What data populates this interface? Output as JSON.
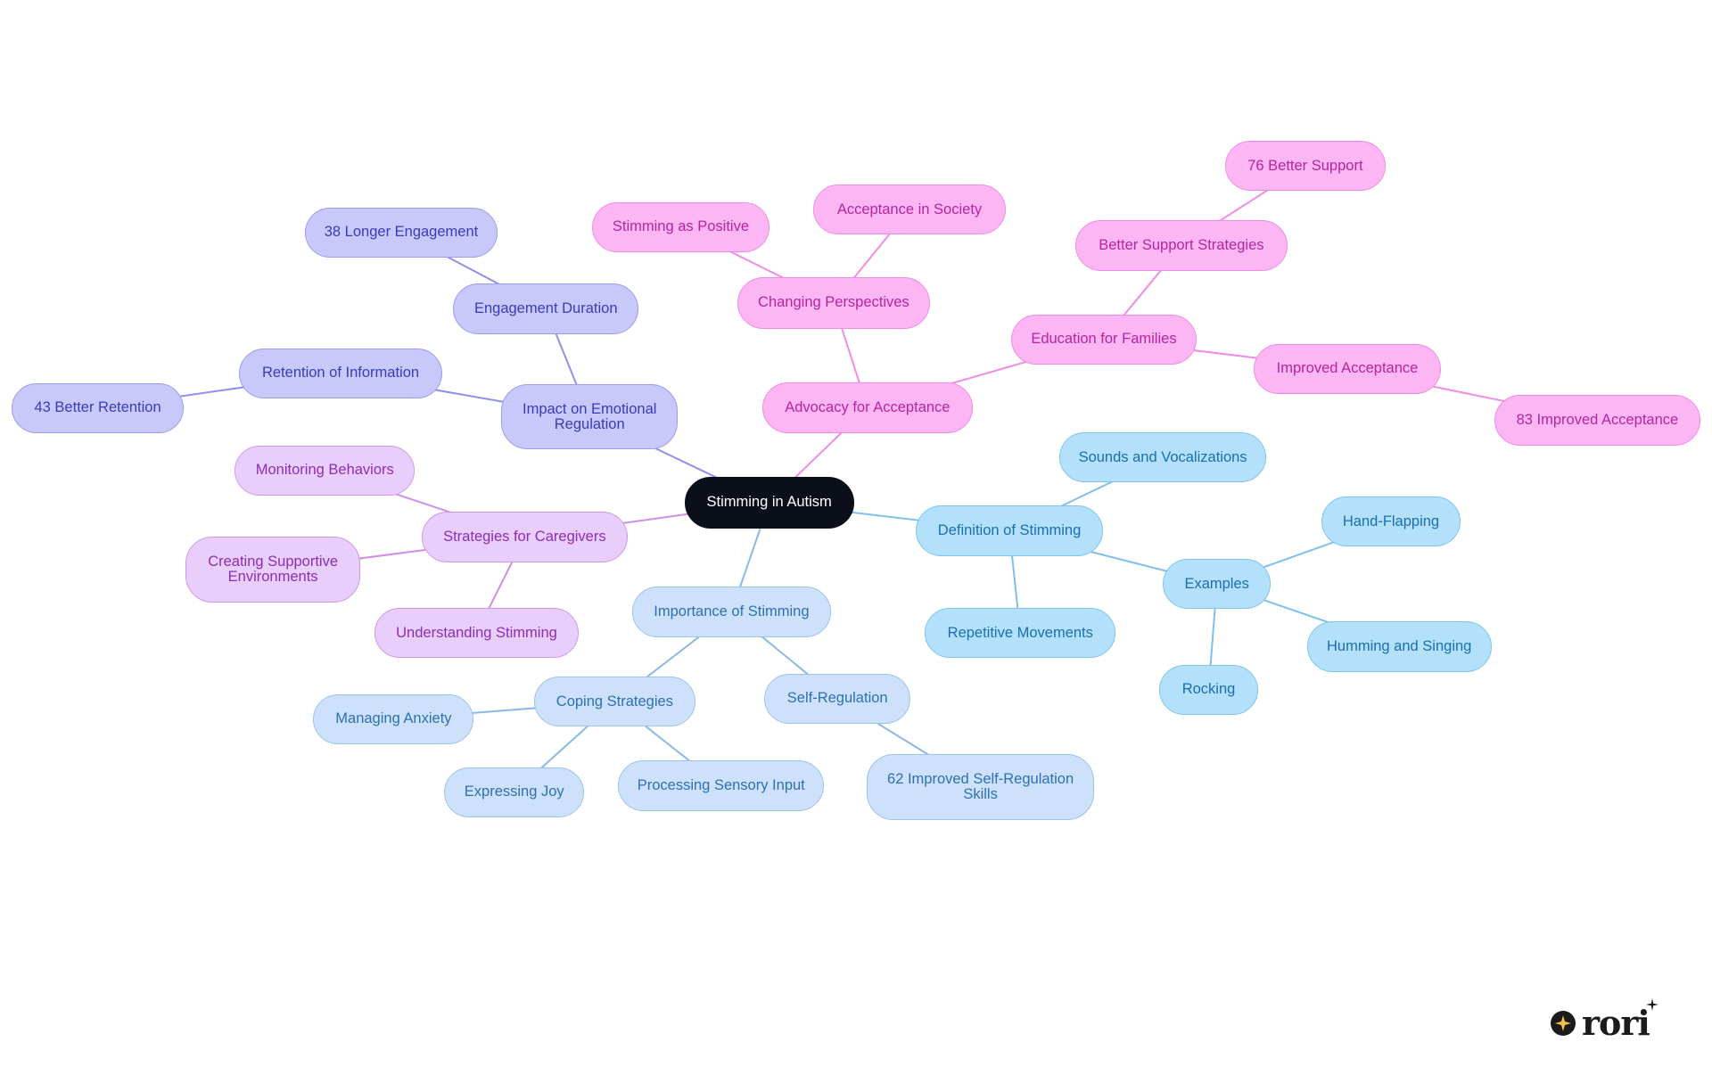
{
  "diagram": {
    "root": "Stimming in Autism",
    "branches": [
      {
        "label": "Definition of Stimming",
        "children": [
          {
            "label": "Sounds and Vocalizations"
          },
          {
            "label": "Repetitive Movements"
          },
          {
            "label": "Examples",
            "children": [
              {
                "label": "Hand-Flapping"
              },
              {
                "label": "Humming and Singing"
              },
              {
                "label": "Rocking"
              }
            ]
          }
        ]
      },
      {
        "label": "Importance of Stimming",
        "children": [
          {
            "label": "Coping Strategies",
            "children": [
              {
                "label": "Managing Anxiety"
              },
              {
                "label": "Expressing Joy"
              },
              {
                "label": "Processing Sensory Input"
              }
            ]
          },
          {
            "label": "Self-Regulation",
            "children": [
              {
                "label": "62 Improved Self-Regulation Skills"
              }
            ]
          }
        ]
      },
      {
        "label": "Strategies for Caregivers",
        "children": [
          {
            "label": "Monitoring Behaviors"
          },
          {
            "label": "Creating Supportive Environments"
          },
          {
            "label": "Understanding Stimming"
          }
        ]
      },
      {
        "label": "Impact on Emotional Regulation",
        "children": [
          {
            "label": "Engagement Duration",
            "children": [
              {
                "label": "38 Longer Engagement"
              }
            ]
          },
          {
            "label": "Retention of Information",
            "children": [
              {
                "label": "43 Better Retention"
              }
            ]
          }
        ]
      },
      {
        "label": "Advocacy for Acceptance",
        "children": [
          {
            "label": "Changing Perspectives",
            "children": [
              {
                "label": "Stimming as Positive"
              },
              {
                "label": "Acceptance in Society"
              }
            ]
          },
          {
            "label": "Education for Families",
            "children": [
              {
                "label": "Better Support Strategies",
                "children": [
                  {
                    "label": "76 Better Support"
                  }
                ]
              },
              {
                "label": "Improved Acceptance",
                "children": [
                  {
                    "label": "83 Improved Acceptance"
                  }
                ]
              }
            ]
          }
        ]
      }
    ]
  },
  "logo": {
    "text": "rori"
  },
  "colors": {
    "root": "#0b0f1a",
    "definition_branch": "#b3e0fb",
    "importance_branch": "#cde2fa",
    "caregivers_branch": "#e9cdfa",
    "emotional_branch": "#c8c8fb",
    "advocacy_branch": "#fcb6f4"
  }
}
